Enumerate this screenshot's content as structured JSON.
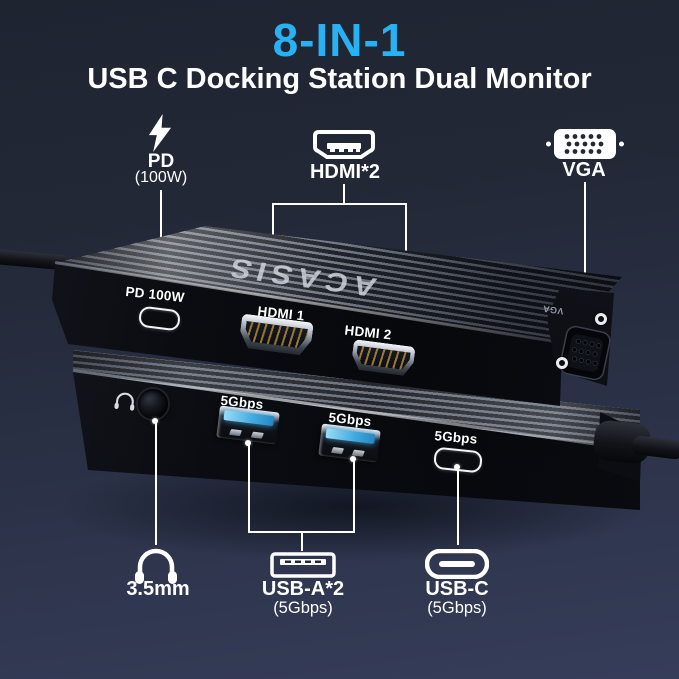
{
  "colors": {
    "accent": "#29b2f3",
    "background_top": "#1f2532",
    "background_bottom": "#3a4160",
    "usb_tongue_blue": "#3fa9e0"
  },
  "header": {
    "title": "8-IN-1",
    "subtitle": "USB C Docking Station Dual Monitor"
  },
  "feature_callouts": {
    "pd": {
      "icon": "lightning-bolt-icon",
      "label": "PD",
      "sublabel": "(100W)"
    },
    "hdmi": {
      "icon": "hdmi-connector-icon",
      "label": "HDMI*2"
    },
    "vga": {
      "icon": "vga-connector-icon",
      "label": "VGA"
    },
    "audio": {
      "icon": "headphones-icon",
      "label": "3.5mm"
    },
    "usb_a": {
      "icon": "usb-a-connector-icon",
      "label": "USB-A*2",
      "sublabel": "(5Gbps)"
    },
    "usb_c": {
      "icon": "usb-c-connector-icon",
      "label": "USB-C",
      "sublabel": "(5Gbps)"
    }
  },
  "top_device": {
    "brand_logo": "ACASIS",
    "port_labels": {
      "power": "PD 100W",
      "hdmi_1": "HDMI 1",
      "hdmi_2": "HDMI 2",
      "vga_engraving": "VGA"
    }
  },
  "bottom_device": {
    "port_labels": {
      "usb_a_1": "5Gbps",
      "usb_a_2": "5Gbps",
      "usb_c": "5Gbps"
    }
  }
}
